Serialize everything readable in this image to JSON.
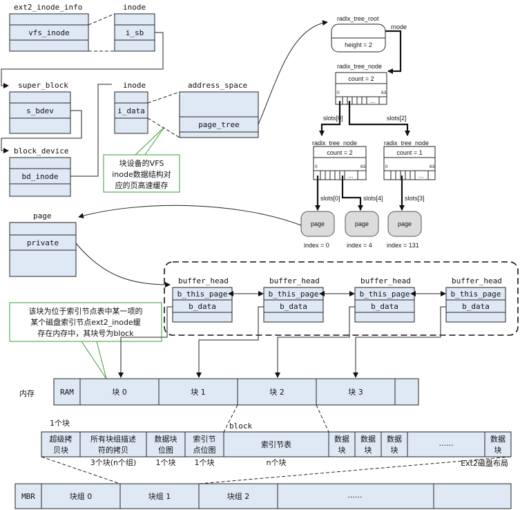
{
  "structs": {
    "ext2_inode_info": {
      "title": "ext2_inode_info",
      "field": "vfs_inode"
    },
    "inode1": {
      "title": "inode",
      "field": "i_sb"
    },
    "super_block": {
      "title": "super_block",
      "field": "s_bdev"
    },
    "block_device": {
      "title": "block_device",
      "field": "bd_inode"
    },
    "inode2": {
      "title": "inode",
      "field": "i_data"
    },
    "address_space": {
      "title": "address_space",
      "field": "page_tree"
    },
    "page": {
      "title": "page",
      "field": "private"
    }
  },
  "notes": {
    "cache_note": [
      "块设备的VFS",
      "inode数据结构对",
      "应的页高速缓存"
    ],
    "block_note": [
      "该块为位于索引节点表中某一项的",
      "某个磁盘索引节点ext2_inode缓",
      "存在内存中，其块号为block"
    ]
  },
  "radix": {
    "root_title": "radix_tree_root",
    "root_height": "height = 2",
    "rnode": "rnode",
    "node_title": "radix_tree_node",
    "count2": "count = 2",
    "count1": "count = 1",
    "idx0": "0",
    "idx63": "63",
    "dots": "...",
    "slot0": "slots[0]",
    "slot2": "slots[2]",
    "slot4": "slots[4]",
    "slot3": "slots[3]",
    "page_label": "page",
    "index0": "index = 0",
    "index4": "index = 4",
    "index131": "index = 131"
  },
  "buffer_heads": {
    "title": "buffer_head",
    "f1": "b_this_page",
    "f2": "b_data"
  },
  "memory": {
    "label": "内存",
    "ram": "RAM",
    "blocks": [
      "块 0",
      "块 1",
      "块 2",
      "块 3"
    ],
    "block_label": "block"
  },
  "ext2_layout": {
    "one_block": "1个块",
    "cells": [
      [
        "超级拷",
        "贝块"
      ],
      [
        "所有块组描述",
        "符的拷贝"
      ],
      [
        "数据块",
        "位图"
      ],
      [
        "索引节",
        "点位图"
      ],
      [
        "索引节表"
      ],
      [
        "数据",
        "块"
      ],
      [
        "数据",
        "块"
      ],
      [
        "数据",
        "块"
      ],
      [
        "......"
      ],
      [
        "数据",
        "块"
      ]
    ],
    "under_labels": [
      "3个块(n个组)",
      "1个块",
      "1个块",
      "n个块"
    ],
    "caption": "Ext2磁盘布局"
  },
  "disk": {
    "mbr": "MBR",
    "groups": [
      "块组 0",
      "块组 1",
      "块组 2",
      "......"
    ]
  }
}
